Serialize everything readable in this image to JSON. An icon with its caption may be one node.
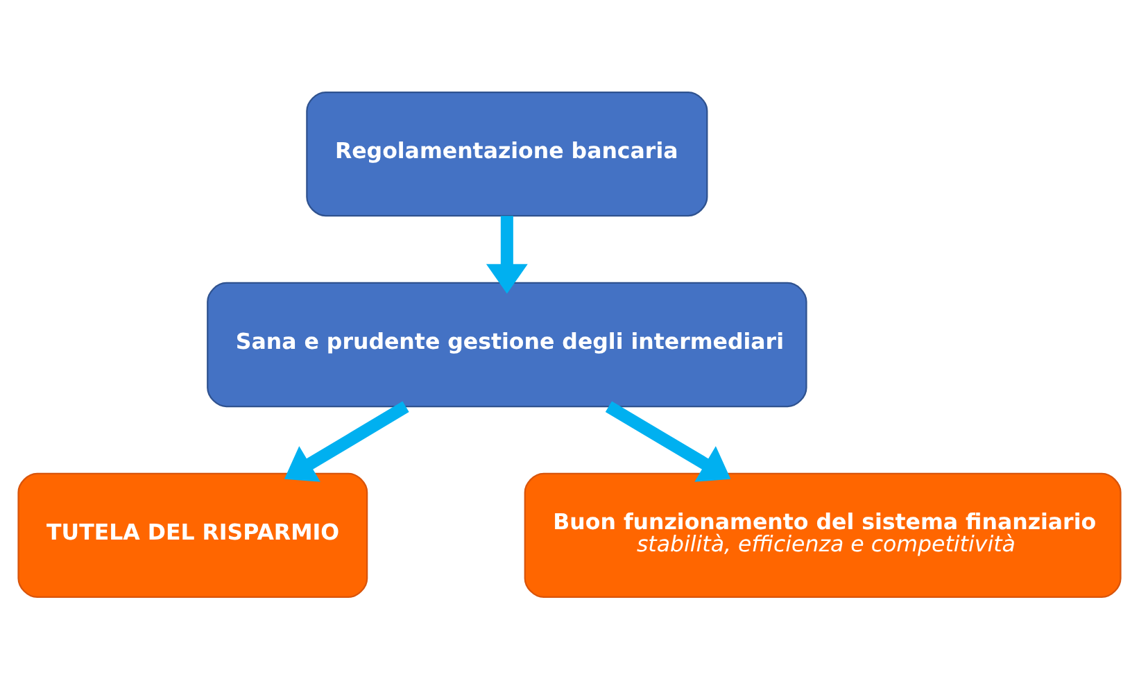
{
  "diagram": {
    "nodes": [
      {
        "text": [
          "Regolamentazione bancaria"
        ]
      },
      {
        "text": [
          "Sana e prudente gestione degli intermediari"
        ]
      },
      {
        "text": [
          "TUTELA DEL RISPARMIO"
        ]
      },
      {
        "text": [
          "Buon funzionamento del sistema finanziario",
          "stabilità, efficienza e competitività"
        ]
      }
    ],
    "edges": [
      {
        "from": 0,
        "to": 1,
        "arrow": "to",
        "color": "#00b0f0"
      },
      {
        "from": 1,
        "to": 2,
        "arrow": "to",
        "color": "#00b0f0"
      },
      {
        "from": 1,
        "to": 3,
        "arrow": "to",
        "color": "#00b0f0"
      }
    ]
  }
}
